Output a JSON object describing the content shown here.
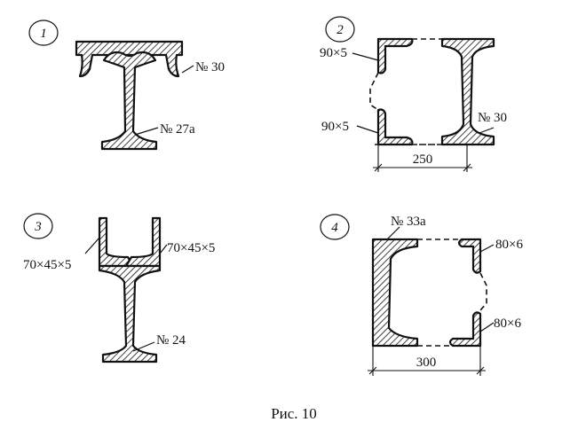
{
  "figures": [
    {
      "number": "1",
      "labels": [
        "№ 30",
        "№ 27a"
      ]
    },
    {
      "number": "2",
      "labels": [
        "90×5",
        "90×5",
        "№ 30"
      ],
      "dimension": "250"
    },
    {
      "number": "3",
      "labels": [
        "70×45×5",
        "70×45×5",
        "№ 24"
      ]
    },
    {
      "number": "4",
      "labels": [
        "№ 33a",
        "80×6",
        "80×6"
      ],
      "dimension": "300"
    }
  ],
  "caption": "Рис. 10"
}
